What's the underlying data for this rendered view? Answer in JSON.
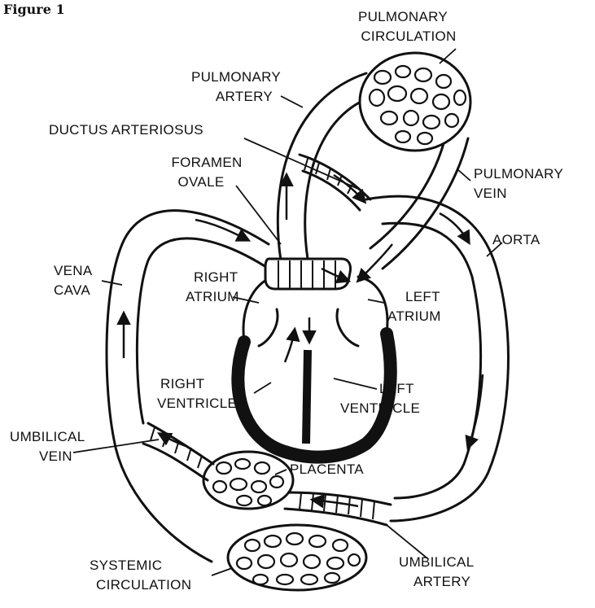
{
  "figure_title": "Figure 1",
  "labels": {
    "pulmonary_circulation": [
      "PULMONARY",
      "CIRCULATION"
    ],
    "pulmonary_artery": [
      "PULMONARY",
      "ARTERY"
    ],
    "ductus_arteriosus": "DUCTUS ARTERIOSUS",
    "foramen_ovale": [
      "FORAMEN",
      "OVALE"
    ],
    "pulmonary_vein": [
      "PULMONARY",
      "VEIN"
    ],
    "aorta": "AORTA",
    "vena_cava": [
      "VENA",
      "CAVA"
    ],
    "right_atrium": [
      "RIGHT",
      "ATRIUM"
    ],
    "left_atrium": [
      "LEFT",
      "ATRIUM"
    ],
    "right_ventricle": [
      "RIGHT",
      "VENTRICLE"
    ],
    "left_ventricle": [
      "LEFT",
      "VENTRICLE"
    ],
    "umbilical_vein": [
      "UMBILICAL",
      "VEIN"
    ],
    "placenta": "PLACENTA",
    "systemic_circulation": [
      "SYSTEMIC",
      "CIRCULATION"
    ],
    "umbilical_artery": [
      "UMBILICAL",
      "ARTERY"
    ]
  }
}
